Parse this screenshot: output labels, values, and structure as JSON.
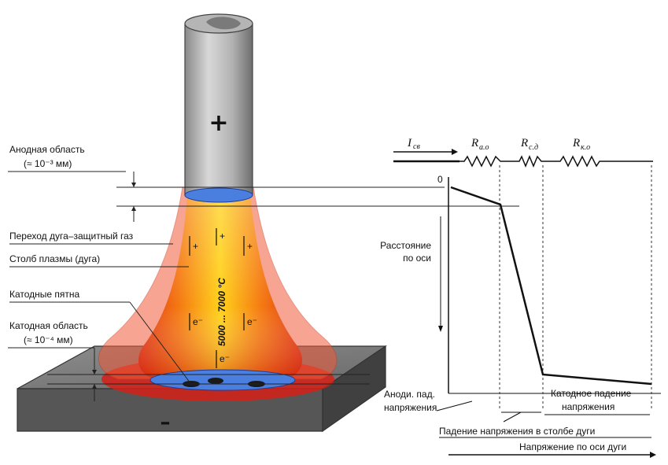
{
  "left_labels": {
    "anode_region": "Анодная область",
    "anode_size": "(≈ 10⁻³ мм)",
    "arc_gas_transition": "Переход дуга–защитный газ",
    "plasma_column": "Столб плазмы (дуга)",
    "cathode_spots": "Катодные пятна",
    "cathode_region": "Катодная область",
    "cathode_size": "(≈ 10⁻⁴ мм)"
  },
  "arc": {
    "temperature": "5000 ... 7000 °C",
    "electrode_sign": "+",
    "workpiece_sign": "–",
    "charge_plus": "+",
    "electron": "e⁻"
  },
  "circuit": {
    "current_main": "I",
    "current_sub": "св",
    "r_anode_main": "R",
    "r_anode_sub": "а.о",
    "r_column_main": "R",
    "r_column_sub": "с.д",
    "r_cathode_main": "R",
    "r_cathode_sub": "к.о"
  },
  "graph": {
    "zero": "0",
    "axis_label_line1": "Расстояние",
    "axis_label_line2": "по оси"
  },
  "bottom_labels": {
    "anode_drop_line1": "Аноди. пад.",
    "anode_drop_line2": "напряжения",
    "cathode_drop_line1": "Катодное падение",
    "cathode_drop_line2": "напряжения",
    "column_drop": "Падение напряжения в столбе дуги",
    "axis_voltage": "Напряжение по оси дуги"
  }
}
